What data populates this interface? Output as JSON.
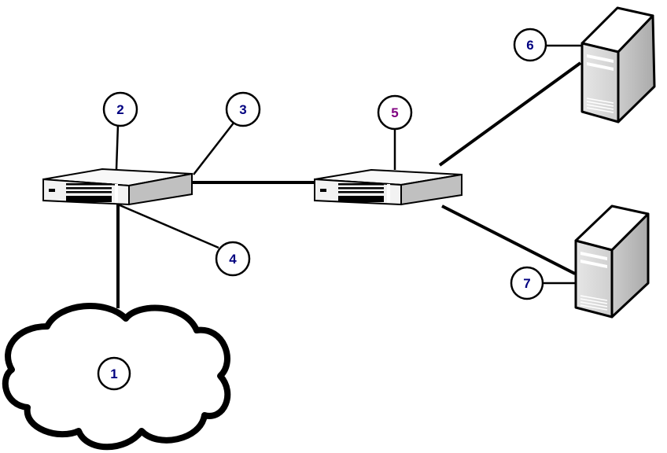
{
  "diagram": {
    "type": "network-topology",
    "colors": {
      "label_blue": "#000080",
      "label_purple": "#800080",
      "line": "#000000",
      "device_light": "#f2f2f2",
      "device_side": "#bfbfbf",
      "server_front": "#d9d9d9"
    },
    "callouts": [
      {
        "id": "1",
        "label": "1",
        "color": "#000080",
        "target": "cloud"
      },
      {
        "id": "2",
        "label": "2",
        "color": "#000080",
        "target": "router-1-top"
      },
      {
        "id": "3",
        "label": "3",
        "color": "#000080",
        "target": "router-1-right-port"
      },
      {
        "id": "4",
        "label": "4",
        "color": "#000080",
        "target": "router-1-bottom-port"
      },
      {
        "id": "5",
        "label": "5",
        "color": "#800080",
        "target": "router-2"
      },
      {
        "id": "6",
        "label": "6",
        "color": "#000080",
        "target": "server-1"
      },
      {
        "id": "7",
        "label": "7",
        "color": "#000080",
        "target": "server-2"
      }
    ],
    "nodes": [
      {
        "id": "cloud",
        "kind": "cloud-network"
      },
      {
        "id": "router-1",
        "kind": "router"
      },
      {
        "id": "router-2",
        "kind": "router"
      },
      {
        "id": "server-1",
        "kind": "tower-server"
      },
      {
        "id": "server-2",
        "kind": "tower-server"
      }
    ],
    "links": [
      {
        "from": "cloud",
        "to": "router-1"
      },
      {
        "from": "router-1",
        "to": "router-2"
      },
      {
        "from": "router-2",
        "to": "server-1"
      },
      {
        "from": "router-2",
        "to": "server-2"
      }
    ]
  }
}
